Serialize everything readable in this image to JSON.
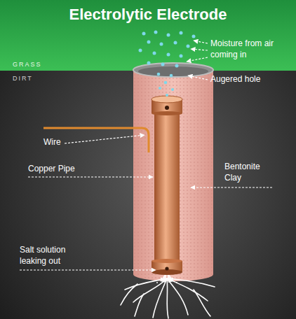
{
  "diagram": {
    "title": "Electrolytic Electrode",
    "labels": [
      "GRASS",
      "DIRT",
      "Moisture from air coming in",
      "Augered hole",
      "Wire",
      "Copper Pipe",
      "Bentonite Clay",
      "Salt solution leaking out"
    ]
  }
}
